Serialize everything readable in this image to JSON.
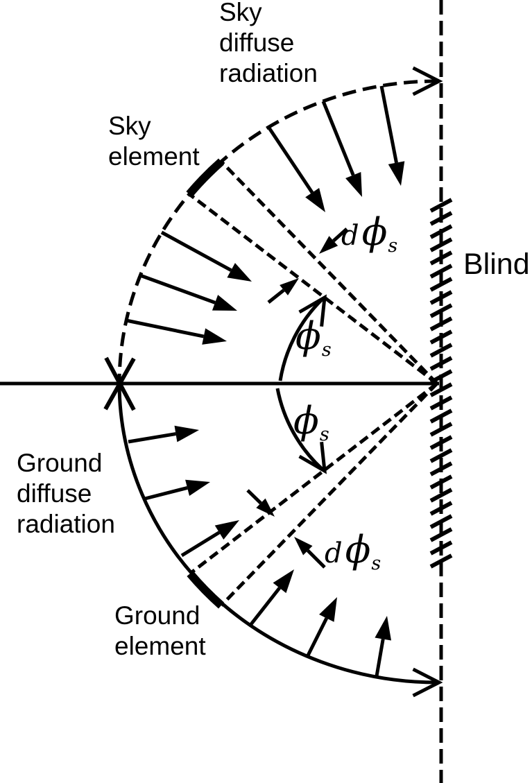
{
  "labels": {
    "sky_diffuse": {
      "line1": "Sky",
      "line2": "diffuse",
      "line3": "radiation"
    },
    "sky_element": {
      "line1": "Sky",
      "line2": "element"
    },
    "ground_diffuse": {
      "line1": "Ground",
      "line2": "diffuse",
      "line3": "radiation"
    },
    "ground_element": {
      "line1": "Ground",
      "line2": "element"
    },
    "blind": "Blind",
    "phi_symbol": "ϕ",
    "phi_subscript": "s",
    "differential": "d"
  },
  "colors": {
    "ink": "#000000",
    "background": "#ffffff"
  }
}
